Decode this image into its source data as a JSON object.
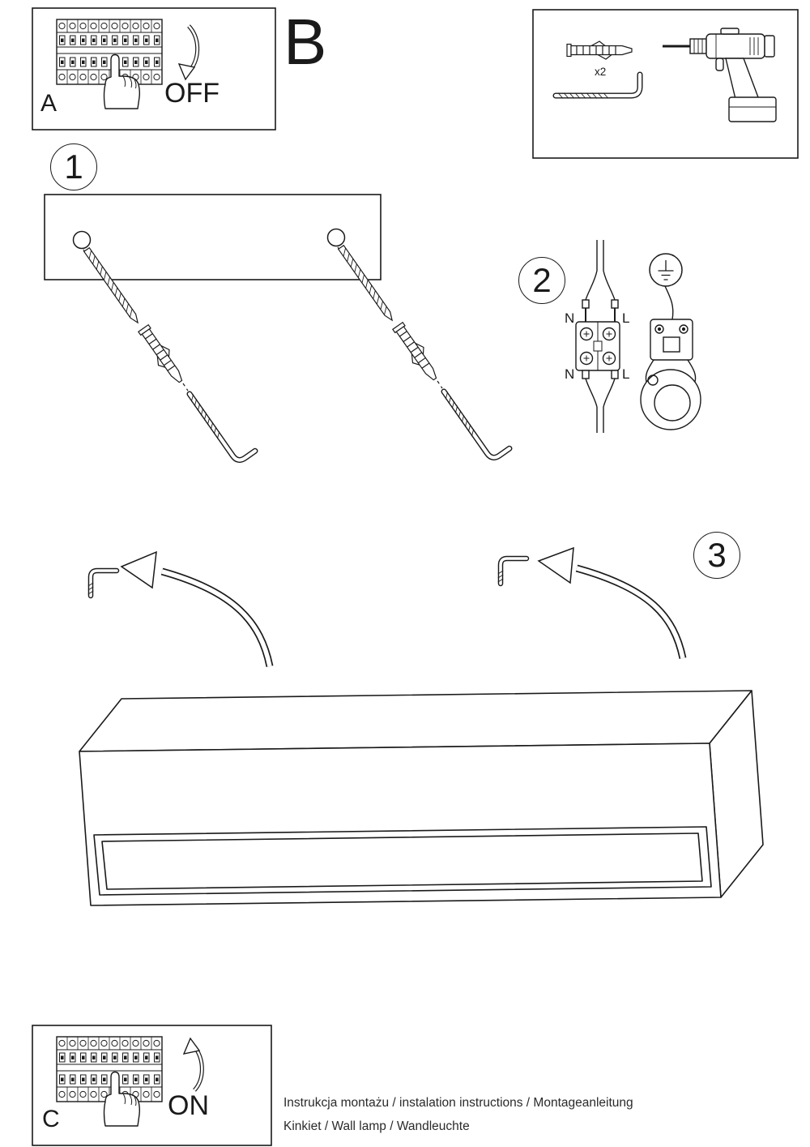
{
  "panels": {
    "a": {
      "label": "A",
      "switch_state": "OFF"
    },
    "c": {
      "label": "C",
      "switch_state": "ON"
    }
  },
  "section_label": "B",
  "tools": {
    "dowel_quantity": "x2"
  },
  "steps": {
    "one": "1",
    "two": "2",
    "three": "3"
  },
  "wiring": {
    "top_left": "N",
    "top_right": "L",
    "bottom_left": "N",
    "bottom_right": "L"
  },
  "footer": {
    "line1": "Instrukcja montażu / instalation instructions / Montageanleitung",
    "line2": "Kinkiet / Wall lamp / Wandleuchte"
  }
}
